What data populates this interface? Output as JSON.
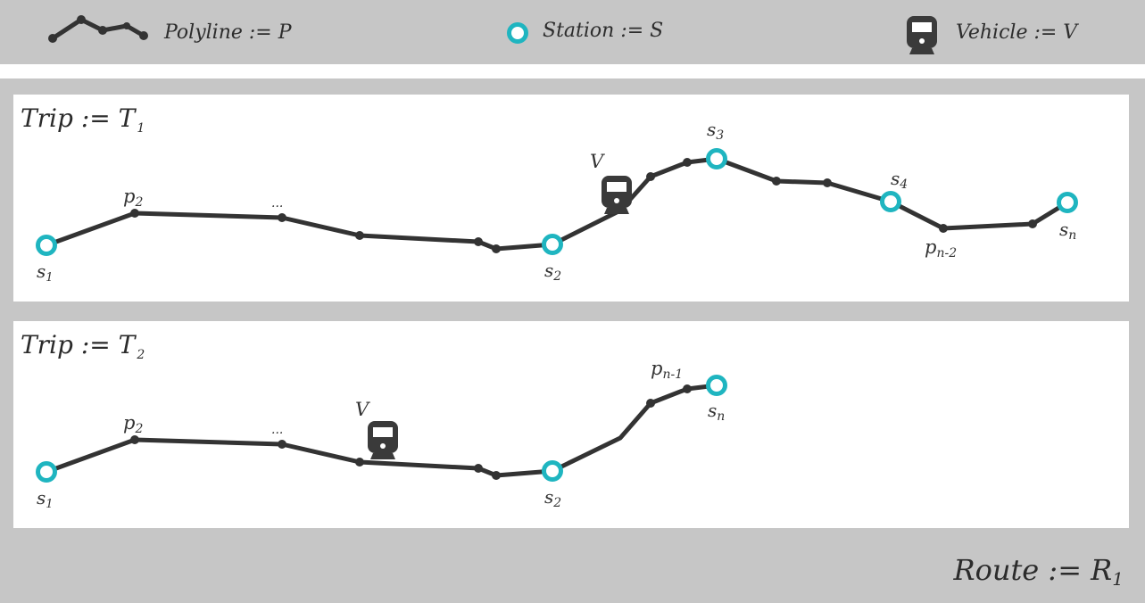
{
  "legend": {
    "polyline_label": "Polyline := P",
    "station_label": "Station := S",
    "vehicle_label": "Vehicle := V"
  },
  "colors": {
    "station": "#1fb5c0",
    "line": "#333333",
    "panel": "#ffffff",
    "background": "#c6c6c6"
  },
  "trips": [
    {
      "title": "Trip :=  T",
      "title_sub": "1",
      "labels": {
        "s1": "s",
        "s1_sub": "1",
        "p2": "p",
        "p2_sub": "2",
        "dots": "...",
        "s2": "s",
        "s2_sub": "2",
        "v": "V",
        "s3": "s",
        "s3_sub": "3",
        "s4": "s",
        "s4_sub": "4",
        "pn2": "p",
        "pn2_sub": "n-2",
        "sn": "s",
        "sn_sub": "n"
      }
    },
    {
      "title": "Trip :=  T",
      "title_sub": "2",
      "labels": {
        "s1": "s",
        "s1_sub": "1",
        "p2": "p",
        "p2_sub": "2",
        "dots": "...",
        "v": "V",
        "s2": "s",
        "s2_sub": "2",
        "pn1": "p",
        "pn1_sub": "n-1",
        "sn": "s",
        "sn_sub": "n"
      }
    }
  ],
  "route": {
    "label": "Route := R",
    "label_sub": "1"
  }
}
